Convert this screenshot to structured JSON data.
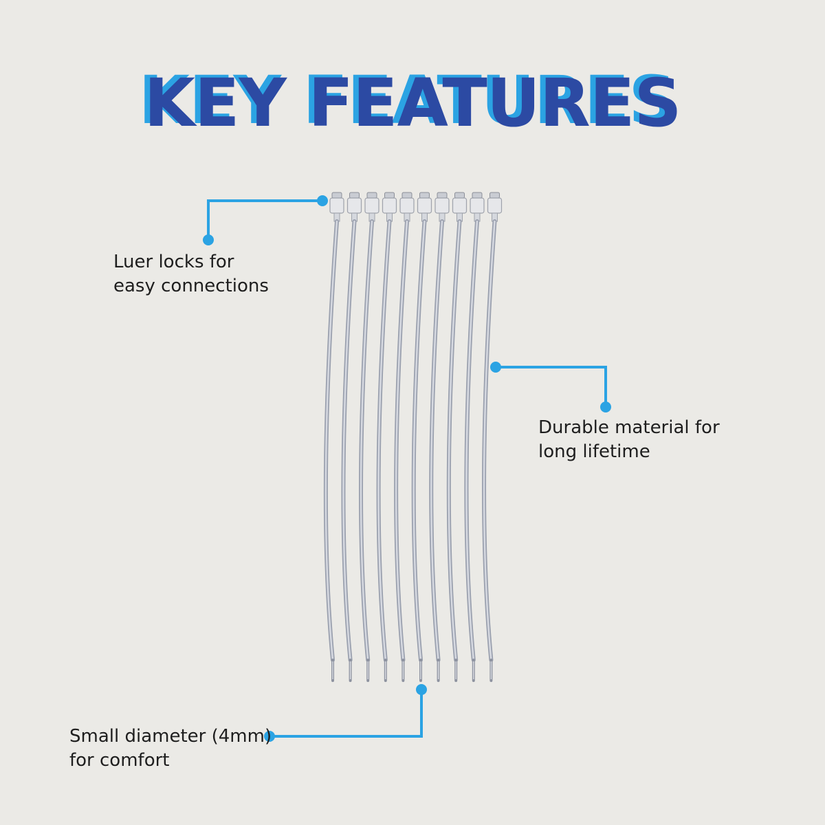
{
  "headline": "KEY FEATURES",
  "callouts": {
    "luer_locks": "Luer locks for easy connections",
    "durable": "Durable material for long lifetime",
    "diameter": "Small diameter (4mm) for comfort"
  },
  "colors": {
    "background": "#ebeae6",
    "headline_front": "#2c4aa3",
    "headline_shadow": "#2ba3e3",
    "callout_line": "#2ba3e3",
    "body_text": "#1e1e1e"
  },
  "product": {
    "tube_count": 10
  }
}
